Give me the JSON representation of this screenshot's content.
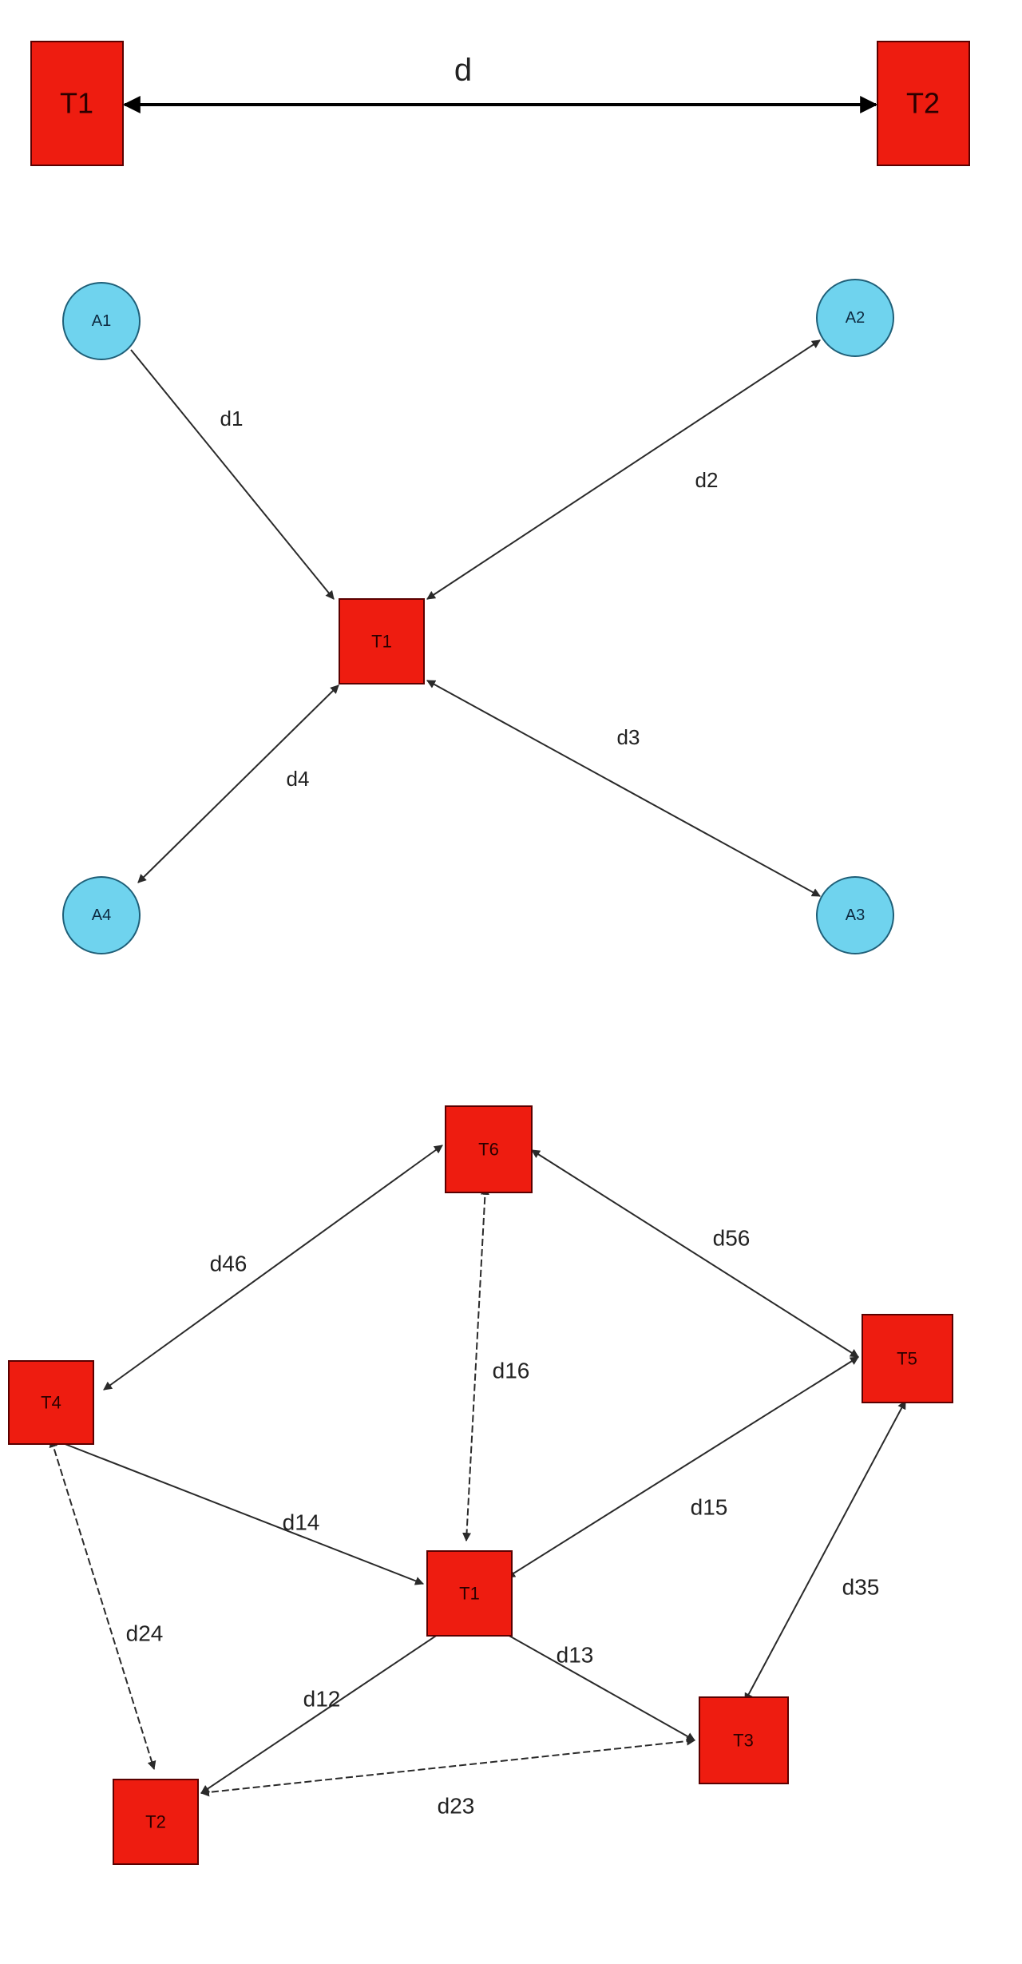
{
  "colors": {
    "terminal_fill": "#ee1c10",
    "access_fill": "#6fd3ee",
    "edge": "#2a2a2a"
  },
  "diagram_top": {
    "nodes": {
      "t1": "T1",
      "t2": "T2"
    },
    "edge_label": "d"
  },
  "diagram_middle": {
    "nodes": {
      "t1": "T1",
      "a1": "A1",
      "a2": "A2",
      "a3": "A3",
      "a4": "A4"
    },
    "edge_labels": {
      "d1": "d1",
      "d2": "d2",
      "d3": "d3",
      "d4": "d4"
    }
  },
  "diagram_bottom": {
    "nodes": {
      "t1": "T1",
      "t2": "T2",
      "t3": "T3",
      "t4": "T4",
      "t5": "T5",
      "t6": "T6"
    },
    "edge_labels": {
      "d46": "d46",
      "d56": "d56",
      "d16": "d16",
      "d14": "d14",
      "d15": "d15",
      "d24": "d24",
      "d35": "d35",
      "d12": "d12",
      "d13": "d13",
      "d23": "d23"
    }
  }
}
